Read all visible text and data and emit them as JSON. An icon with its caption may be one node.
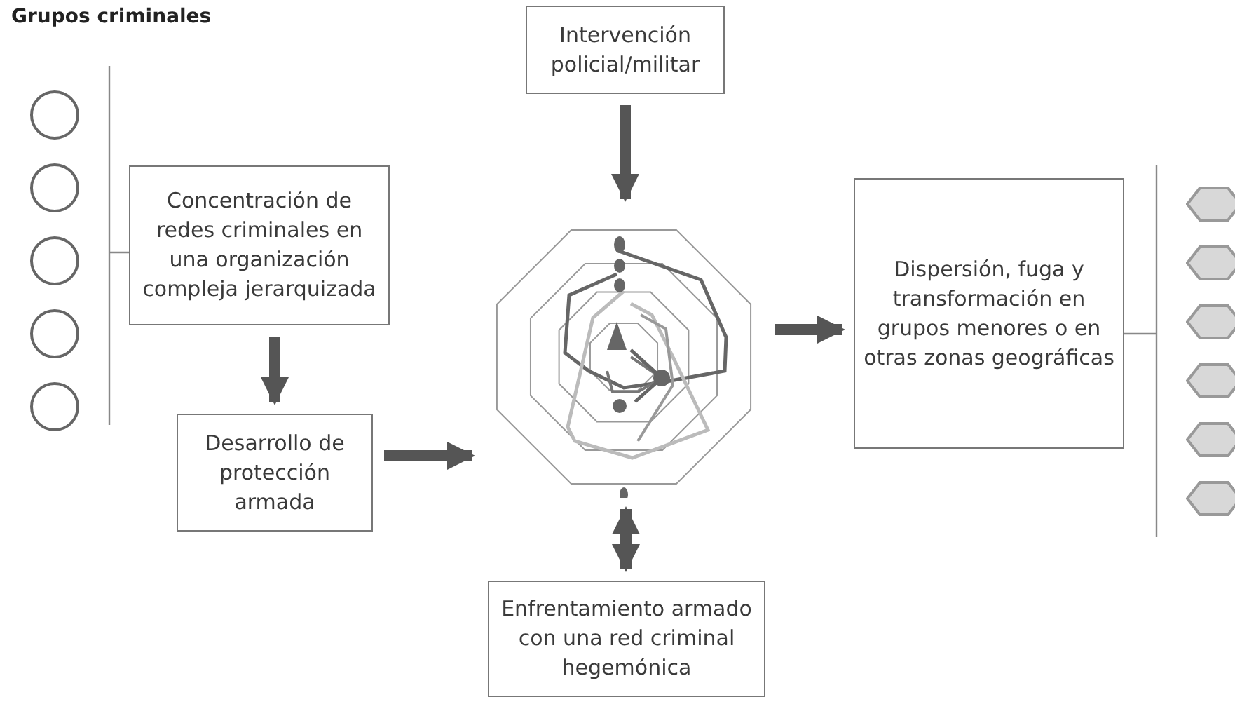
{
  "diagram": {
    "title": "Grupos criminales",
    "nodes": [
      {
        "text": [],
        "shape": "circle"
      },
      {
        "text": [],
        "shape": "circle"
      },
      {
        "text": [],
        "shape": "circle"
      },
      {
        "text": [],
        "shape": "circle"
      },
      {
        "text": [],
        "shape": "circle"
      },
      {
        "text": [
          "Concentración de redes criminales en una organización compleja jerarquizada"
        ]
      },
      {
        "text": [
          "Desarrollo de protección armada"
        ]
      },
      {
        "text": [
          "Intervención policial/militar"
        ]
      },
      {
        "text": [],
        "shape": "picture"
      },
      {
        "text": [
          "Dispersión, fuga y transformación en grupos menores o en otras zonas geográficas"
        ]
      },
      {
        "text": [
          "Enfrentamiento armado con una red criminal hegemónica"
        ]
      },
      {
        "text": [],
        "shape": "hexagon"
      },
      {
        "text": [],
        "shape": "hexagon"
      },
      {
        "text": [],
        "shape": "hexagon"
      },
      {
        "text": [],
        "shape": "hexagon"
      },
      {
        "text": [],
        "shape": "hexagon"
      },
      {
        "text": [],
        "shape": "hexagon"
      }
    ],
    "edges": [
      {
        "from": 5,
        "to": 6,
        "arrow": "to"
      },
      {
        "from": 6,
        "to": 8,
        "arrow": "to"
      },
      {
        "from": 7,
        "to": 8,
        "arrow": "to"
      },
      {
        "from": 8,
        "to": 10,
        "arrow": "both"
      },
      {
        "from": 8,
        "to": 9,
        "arrow": "to"
      }
    ]
  }
}
